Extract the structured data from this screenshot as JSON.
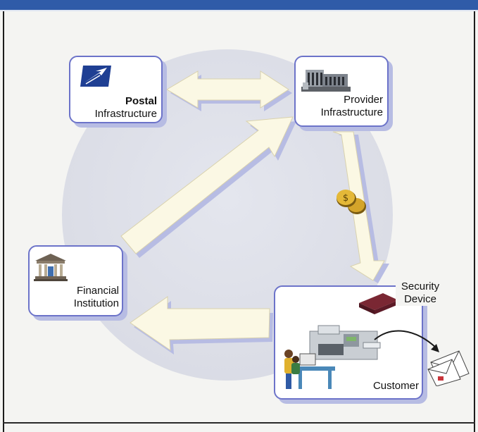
{
  "nodes": {
    "postal": {
      "line1": "Postal",
      "line2": "Infrastructure",
      "icon": "usps-eagle-logo-icon"
    },
    "provider": {
      "line1": "Provider",
      "line2": "Infrastructure",
      "icon": "building-icon"
    },
    "financial": {
      "line1": "Financial",
      "line2": "Institution",
      "icon": "bank-icon"
    },
    "customer": {
      "label": "Customer",
      "icon": "postage-meter-workstation-icon"
    },
    "security_device": {
      "line1": "Security",
      "line2": "Device",
      "icon": "security-device-icon"
    }
  },
  "flows": [
    {
      "from": "postal",
      "to": "provider",
      "direction": "bidirectional"
    },
    {
      "from": "provider",
      "to": "customer",
      "direction": "one-way",
      "icon": "coins-icon"
    },
    {
      "from": "customer",
      "to": "financial",
      "direction": "one-way"
    },
    {
      "from": "financial",
      "to": "provider",
      "direction": "one-way"
    },
    {
      "from": "customer",
      "to": "mail",
      "direction": "one-way",
      "icon": "mail-envelopes-icon"
    }
  ],
  "colors": {
    "frame_top": "#2f5ba8",
    "node_border": "#6c73c9",
    "node_shadow": "#b7bce3",
    "arrow_fill": "#fbf8e4",
    "arrow_shadow": "#b7bce3",
    "circle": "#dcdee7"
  }
}
